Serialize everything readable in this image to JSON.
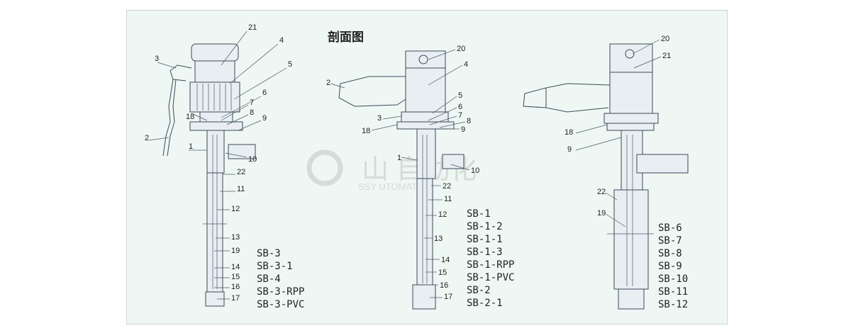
{
  "title": "剖面图",
  "watermark": {
    "cn": "山 自动化",
    "en": "SSY  UTOMATION"
  },
  "pumps": [
    {
      "id": "pump-a",
      "models": [
        "SB-3",
        "SB-3-1",
        "SB-4",
        "SB-3-RPP",
        "SB-3-PVC"
      ],
      "callouts": [
        "21",
        "4",
        "5",
        "3",
        "6",
        "7",
        "18",
        "8",
        "9",
        "2",
        "1",
        "10",
        "22",
        "11",
        "12",
        "13",
        "19",
        "14",
        "15",
        "16",
        "17"
      ]
    },
    {
      "id": "pump-b",
      "models": [
        "SB-1",
        "SB-1-2",
        "SB-1-1",
        "SB-1-3",
        "SB-1-RPP",
        "SB-1-PVC",
        "SB-2",
        "SB-2-1"
      ],
      "callouts": [
        "20",
        "4",
        "2",
        "5",
        "6",
        "3",
        "7",
        "8",
        "18",
        "9",
        "1",
        "10",
        "22",
        "11",
        "12",
        "13",
        "14",
        "15",
        "16",
        "17"
      ]
    },
    {
      "id": "pump-c",
      "models": [
        "SB-6",
        "SB-7",
        "SB-8",
        "SB-9",
        "SB-10",
        "SB-11",
        "SB-12"
      ],
      "callouts": [
        "20",
        "21",
        "18",
        "9",
        "22",
        "19"
      ]
    }
  ],
  "colors": {
    "line": "#3a4a5a",
    "sheet": "#eef7f3",
    "watermark": "#d4dcd8"
  }
}
